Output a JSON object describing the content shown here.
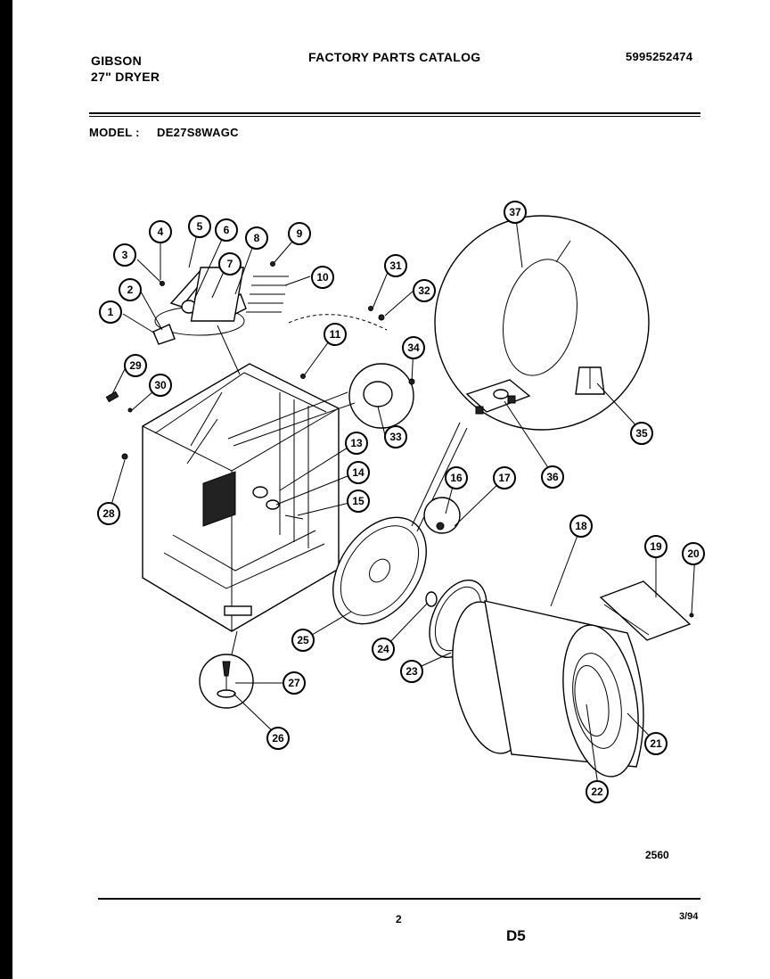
{
  "header": {
    "brand": "GIBSON",
    "product": "27\" DRYER",
    "catalog_title": "FACTORY PARTS CATALOG",
    "part_number": "5995252474"
  },
  "model": {
    "label": "MODEL :",
    "value": "DE27S8WAGC"
  },
  "footer": {
    "figure_code": "2560",
    "page_number": "2",
    "date_code": "3/94",
    "section_code": "D5"
  },
  "callouts": [
    "1",
    "2",
    "3",
    "4",
    "5",
    "6",
    "7",
    "8",
    "9",
    "10",
    "11",
    "13",
    "14",
    "15",
    "16",
    "17",
    "18",
    "19",
    "20",
    "21",
    "22",
    "23",
    "24",
    "25",
    "26",
    "27",
    "28",
    "29",
    "30",
    "31",
    "32",
    "33",
    "34",
    "35",
    "36",
    "37"
  ]
}
